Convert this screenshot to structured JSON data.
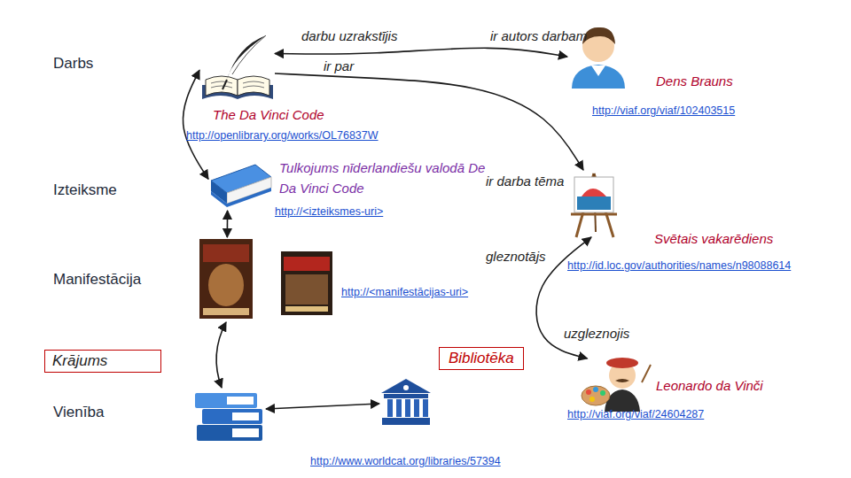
{
  "diagram": {
    "nodes": [
      {
        "text": [
          "The Da Vinci Code",
          "http://openlibrary.org/works/OL76837W"
        ]
      },
      {
        "text": [
          "Dens Brauns",
          "http://viaf.org/viaf/102403515"
        ]
      },
      {
        "text": [
          "Tulkojums nīderlandiešu valodā De Da Vinci Code",
          "http://<izteiksmes-uri>"
        ]
      },
      {
        "text": [
          "Svētais vakarēdiens",
          "http://id.loc.gov/authorities/names/n98088614"
        ]
      },
      {
        "text": [
          "http://<manifestācijas-uri>"
        ]
      },
      {
        "text": [
          "Krājums"
        ]
      },
      {
        "text": [
          "Bibliotēka",
          "http://www.worldcat.org/libraries/57394"
        ]
      },
      {
        "text": [
          "Leonardo da Vinči",
          "http://viaf.org/viaf/24604287"
        ]
      }
    ],
    "edges": [
      {
        "from": 0,
        "to": 1,
        "arrow": "both",
        "label": "darbu uzrakstījis"
      },
      {
        "from": 0,
        "to": 3,
        "arrow": "to",
        "label": "ir par"
      },
      {
        "from": 0,
        "to": 2,
        "arrow": "both"
      },
      {
        "from": 2,
        "to": 4,
        "arrow": "both"
      },
      {
        "from": 3,
        "to": 7,
        "arrow": "both",
        "label": "uzgleznojis"
      }
    ],
    "labels": [
      "ir autors darbam",
      "Darbs",
      "Izteiksme",
      "ir darba tēma",
      "gleznotājs",
      "Manifestācija",
      "Vienība"
    ]
  }
}
